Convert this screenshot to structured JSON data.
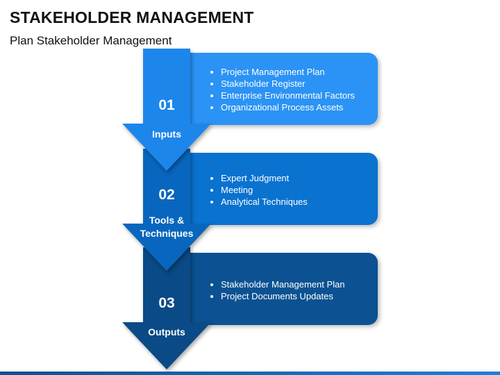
{
  "header": {
    "title": "STAKEHOLDER MANAGEMENT",
    "subtitle": "Plan Stakeholder Management"
  },
  "steps": [
    {
      "number": "01",
      "label": "Inputs",
      "color": "#2b93f5",
      "arrow_color": "#1d86eb",
      "items": [
        "Project Management Plan",
        "Stakeholder Register",
        "Enterprise Environmental Factors",
        "Organizational Process Assets"
      ]
    },
    {
      "number": "02",
      "label": "Tools & Techniques",
      "color": "#0a72cf",
      "arrow_color": "#0866be",
      "items": [
        "Expert Judgment",
        "Meeting",
        "Analytical Techniques"
      ]
    },
    {
      "number": "03",
      "label": "Outputs",
      "color": "#0c5292",
      "arrow_color": "#0a4a86",
      "items": [
        "Stakeholder Management Plan",
        "Project Documents Updates"
      ]
    }
  ]
}
